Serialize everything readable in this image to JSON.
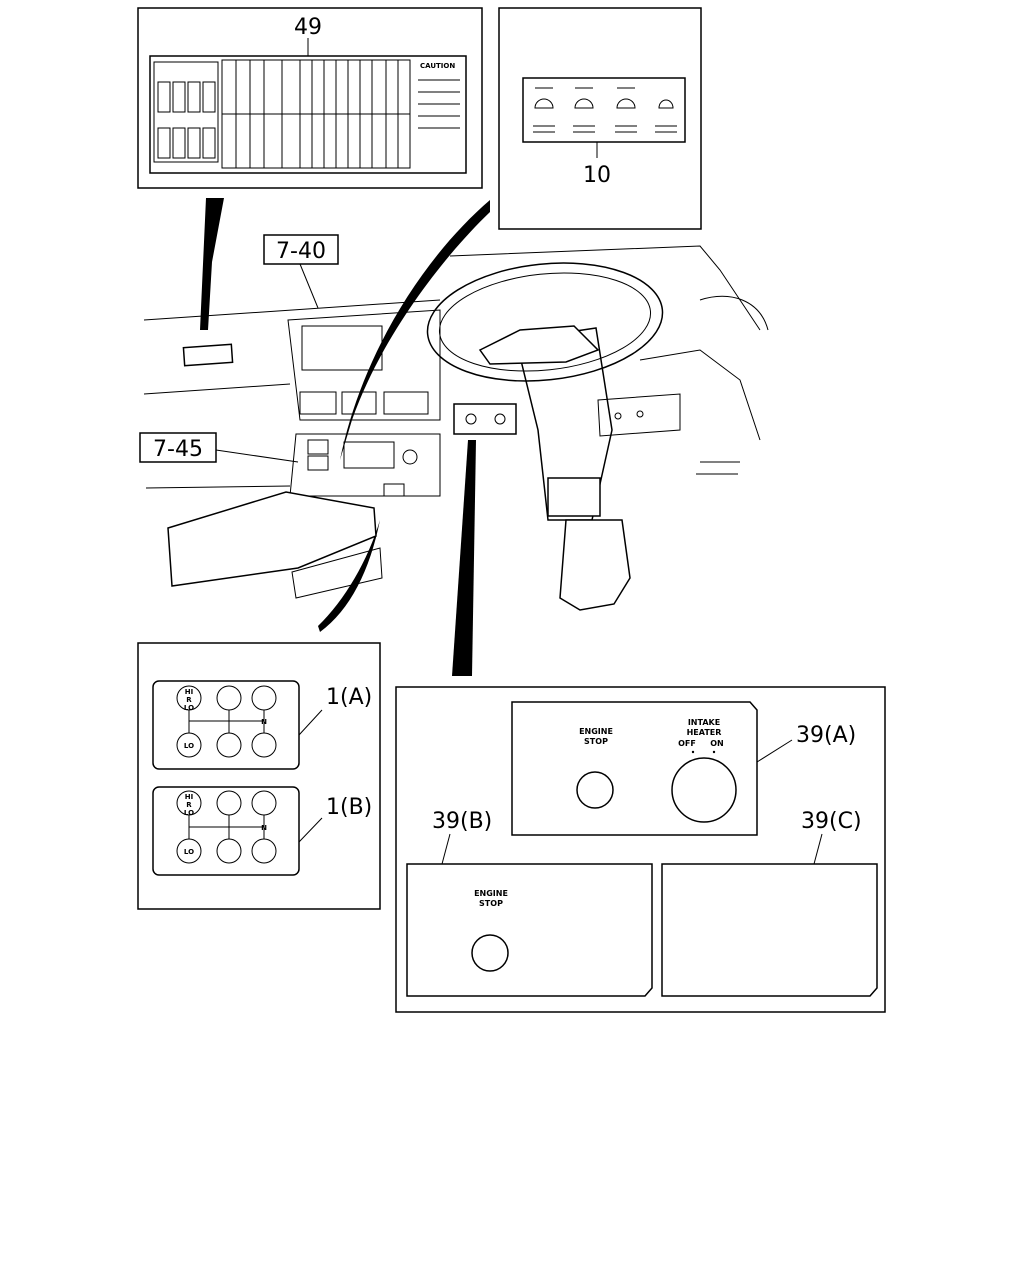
{
  "callouts": {
    "c49": "49",
    "c10": "10",
    "c740": "7-40",
    "c745": "7-45",
    "c1a": "1(A)",
    "c1b": "1(B)",
    "c39a": "39(A)",
    "c39b": "39(B)",
    "c39c": "39(C)"
  },
  "label49": {
    "caution": "CAUTION"
  },
  "panel39a": {
    "engine_stop_1": "ENGINE",
    "engine_stop_2": "STOP",
    "intake_1": "INTAKE",
    "intake_2": "HEATER",
    "off": "OFF",
    "on": "ON"
  },
  "panel39b": {
    "engine_stop_1": "ENGINE",
    "engine_stop_2": "STOP"
  },
  "shift": {
    "hi": "HI",
    "r": "R",
    "lo1": "LO",
    "lo2": "LO",
    "n": "N"
  }
}
